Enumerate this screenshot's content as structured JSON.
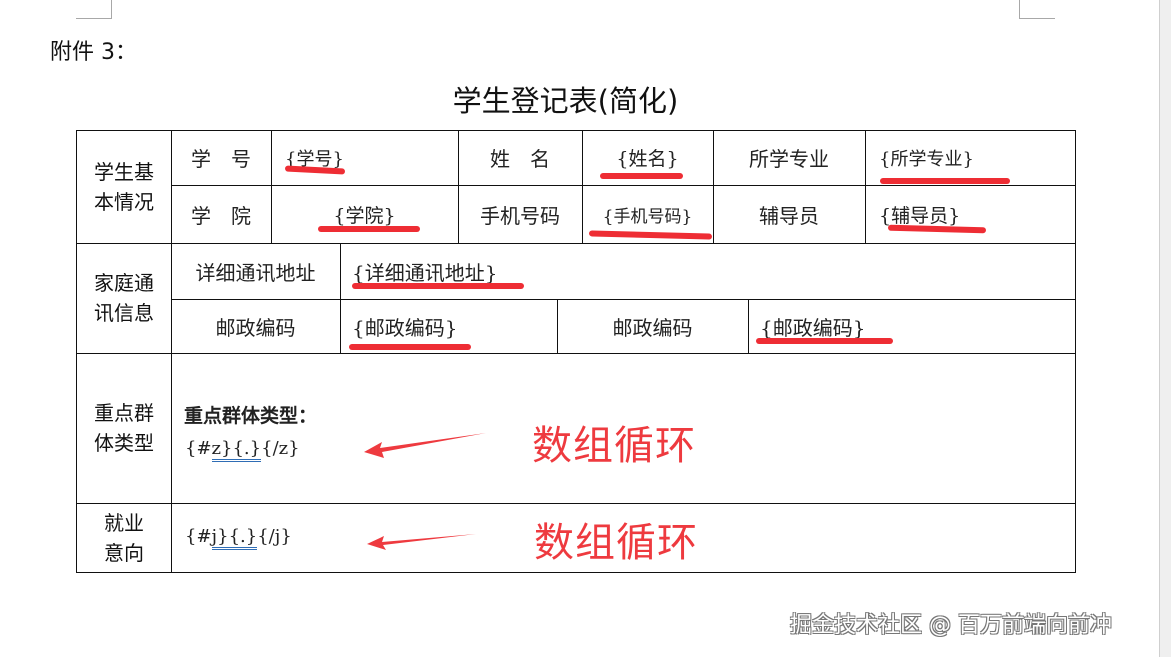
{
  "header": {
    "attachment_label": "附件 3：",
    "title": "学生登记表(简化)"
  },
  "sections": {
    "basic_info": "学生基本情况",
    "family_contact": "家庭通讯信息",
    "key_group": "重点群体类型",
    "employment": "就业意向"
  },
  "basic_info": {
    "student_id_label": "学　号",
    "student_id_value": "{学号}",
    "name_label": "姓　名",
    "name_value": "{姓名}",
    "major_label": "所学专业",
    "major_value": "{所学专业}",
    "college_label": "学　院",
    "college_value": "{学院}",
    "phone_label": "手机号码",
    "phone_value": "{手机号码}",
    "counselor_label": "辅导员",
    "counselor_value": "{辅导员}"
  },
  "family_contact": {
    "address_label": "详细通讯地址",
    "address_value": "{详细通讯地址}",
    "postcode_label_1": "邮政编码",
    "postcode_value_1": "{邮政编码}",
    "postcode_label_2": "邮政编码",
    "postcode_value_2": "{邮政编码}"
  },
  "key_group": {
    "heading": "重点群体类型：",
    "loop_open": "{#",
    "loop_var": "z}",
    "loop_item": "{.}",
    "loop_close": "{/z}"
  },
  "employment": {
    "loop_open": "{#",
    "loop_var": "j}",
    "loop_item": "{.}",
    "loop_close": "{/j}"
  },
  "annotations": {
    "array_loop_1": "数组循环",
    "array_loop_2": "数组循环",
    "annotation_color": "#ee3a3f",
    "underline_color": "#ee2d34"
  },
  "watermark": "掘金技术社区 @ 百万前端向前冲"
}
